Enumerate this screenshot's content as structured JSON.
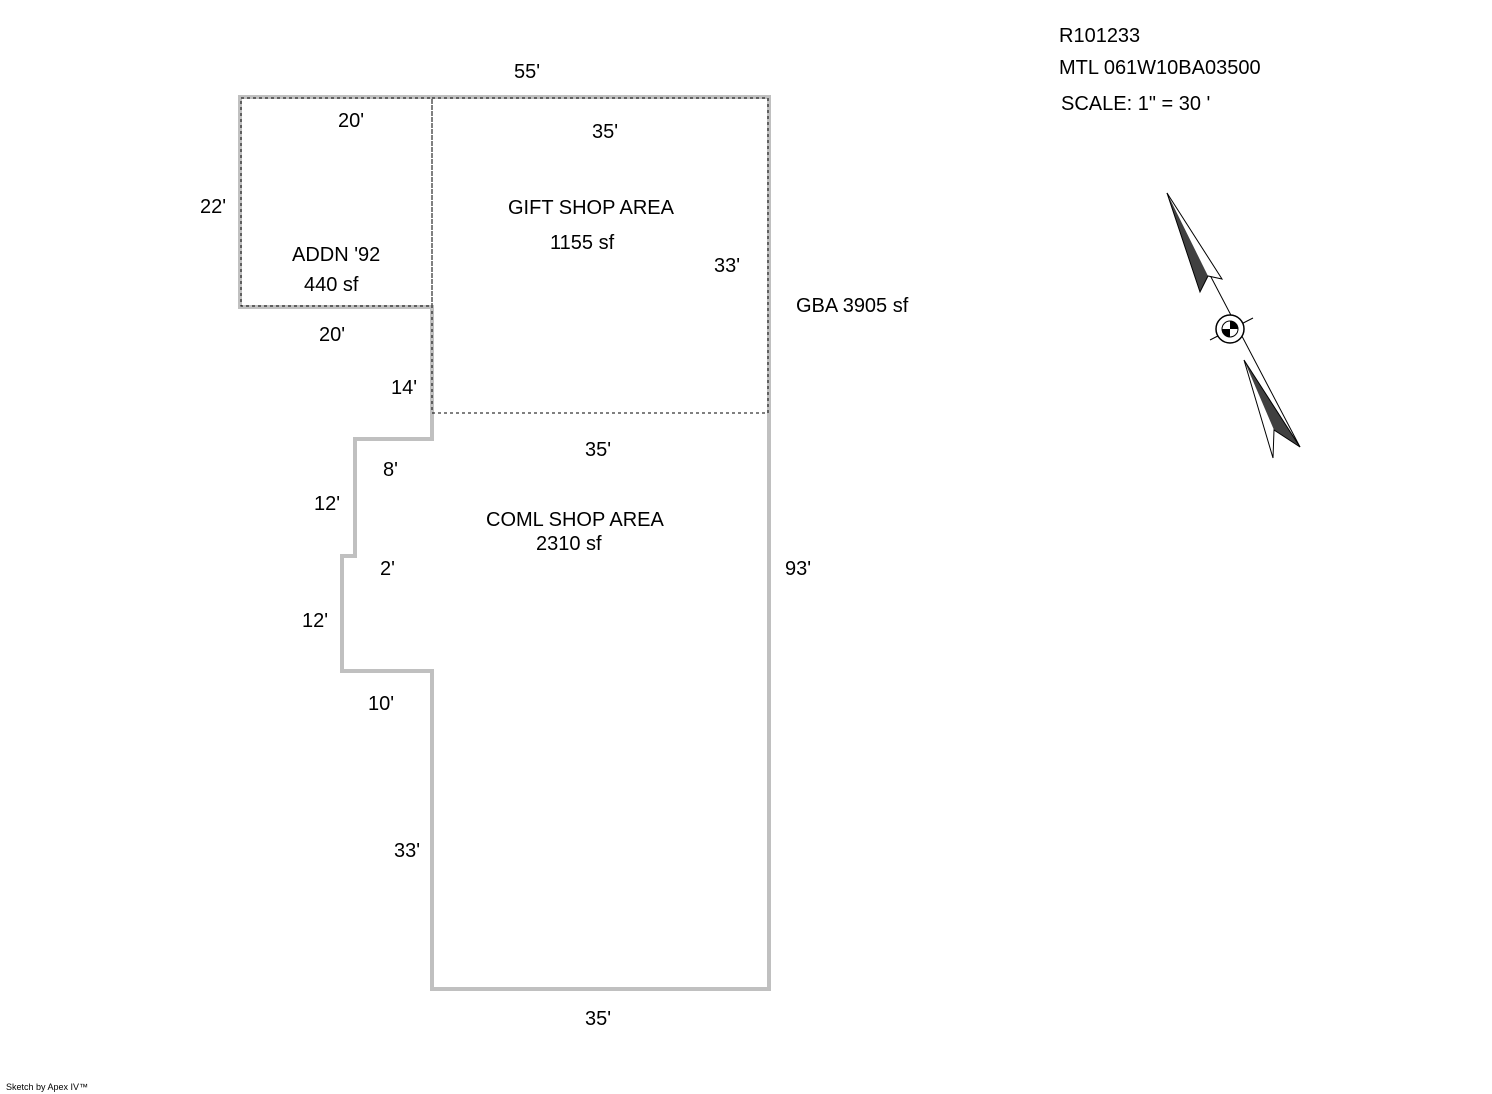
{
  "header": {
    "parcel_id": "R101233",
    "map_tax_lot": "MTL 061W10BA03500",
    "scale": "SCALE: 1\" = 30 '"
  },
  "areas": {
    "addition": {
      "name": "ADDN '92",
      "area": "440 sf"
    },
    "gift_shop": {
      "name": "GIFT SHOP AREA",
      "area": "1155 sf"
    },
    "coml_shop": {
      "name": "COML SHOP AREA",
      "area": "2310 sf"
    },
    "gross_building_area": "GBA 3905 sf"
  },
  "dimensions": {
    "top_overall": "55'",
    "addn_top": "20'",
    "addn_left": "22'",
    "addn_bottom": "20'",
    "gift_top": "35'",
    "gift_right": "33'",
    "gift_bottom": "35'",
    "left_jog_1": "14'",
    "step_1": "8'",
    "left_jog_2": "12'",
    "step_2": "2'",
    "left_jog_3": "12'",
    "step_3": "10'",
    "left_lower": "33'",
    "right_overall": "93'",
    "bottom": "35'"
  },
  "footer": {
    "credit": "Sketch by Apex IV™"
  },
  "colors": {
    "wall_stroke": "#c0c0c0",
    "interior_line": "#000000",
    "text": "#000000",
    "background": "#ffffff"
  },
  "icons": {
    "north_arrow": "north-arrow-icon"
  }
}
